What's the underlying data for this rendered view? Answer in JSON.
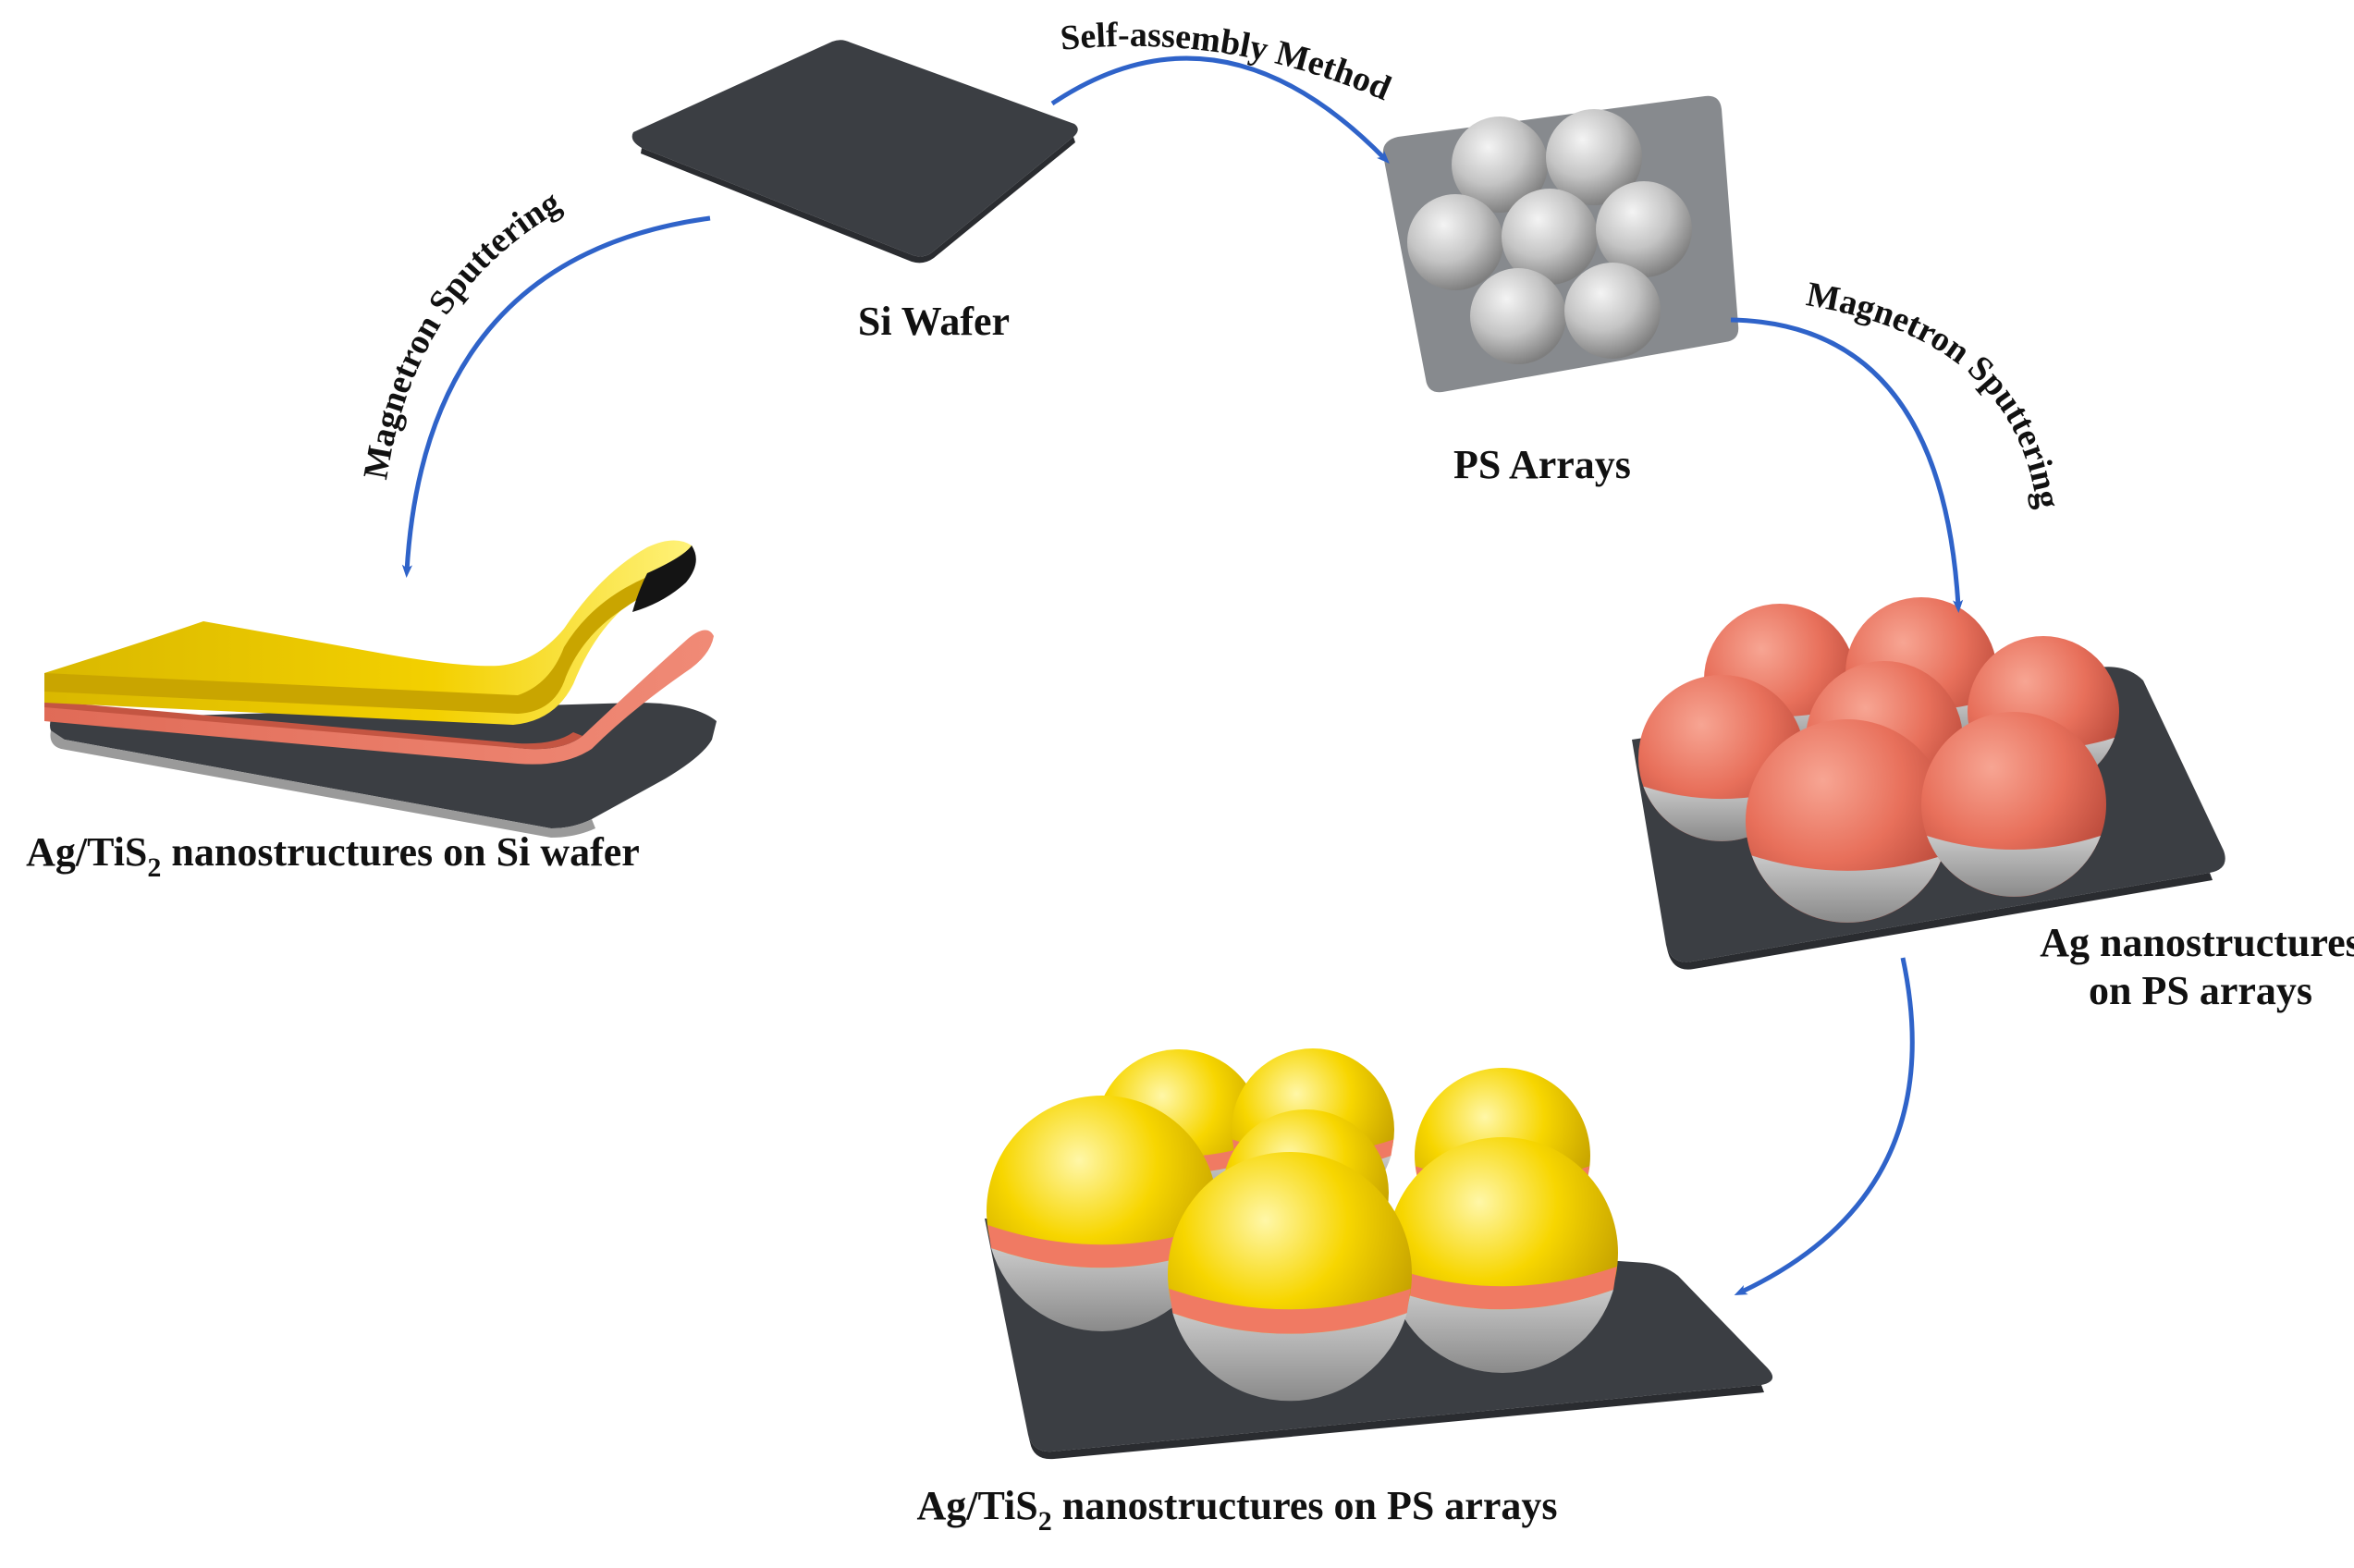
{
  "labels": {
    "si_wafer": "Si Wafer",
    "ps_arrays": "PS Arrays",
    "ag_on_ps_line1": "Ag nanostructures",
    "ag_on_ps_line2": "on PS arrays",
    "agtis2_on_ps_pre": "Ag/TiS",
    "agtis2_on_ps_sub": "2",
    "agtis2_on_ps_post": " nanostructures on PS arrays",
    "agtis2_on_si_pre": "Ag/TiS",
    "agtis2_on_si_sub": "2",
    "agtis2_on_si_post": " nanostructures on Si wafer"
  },
  "arrows": {
    "self_assembly": "Self-assembly Method",
    "magnetron_right": "Magnetron Sputtering",
    "magnetron_left": "Magnetron Sputtering"
  },
  "colors": {
    "substrate": "#3c3f44",
    "ps_substrate": "#878a8e",
    "ps_sphere": "#c9c9c9",
    "silver_coat": "#e8735f",
    "gold_coat": "#f5d200",
    "arrow": "#2f63c9"
  }
}
